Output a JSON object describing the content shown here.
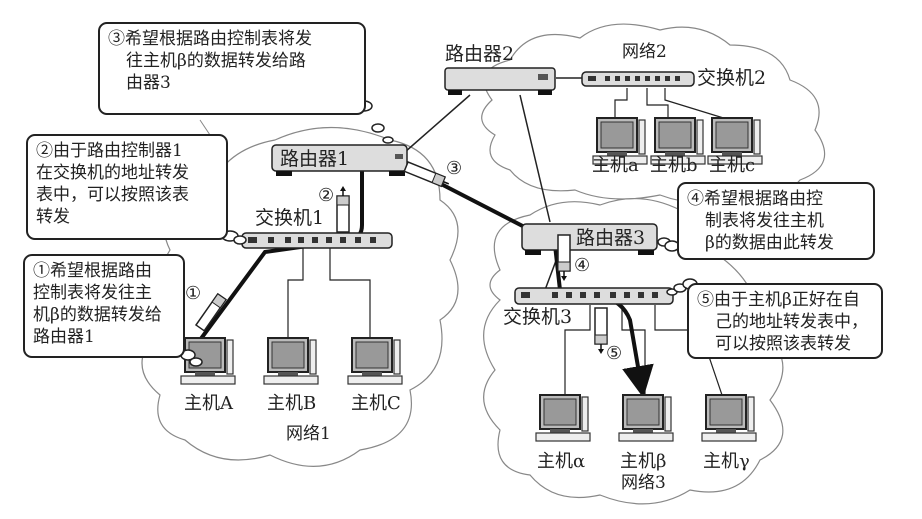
{
  "networks": [
    {
      "id": "net1",
      "label": "网络1"
    },
    {
      "id": "net2",
      "label": "网络2"
    },
    {
      "id": "net3",
      "label": "网络3"
    }
  ],
  "routers": [
    {
      "id": "r1",
      "label": "路由器1"
    },
    {
      "id": "r2",
      "label": "路由器2"
    },
    {
      "id": "r3",
      "label": "路由器3"
    }
  ],
  "switches": [
    {
      "id": "s1",
      "label": "交换机1"
    },
    {
      "id": "s2",
      "label": "交换机2"
    },
    {
      "id": "s3",
      "label": "交换机3"
    }
  ],
  "hosts": {
    "net1": [
      "主机A",
      "主机B",
      "主机C"
    ],
    "net2": [
      "主机a",
      "主机b",
      "主机c"
    ],
    "net3": [
      "主机α",
      "主机β",
      "主机γ"
    ]
  },
  "steps": [
    {
      "marker": "①",
      "lines": [
        "①希望根据路由",
        "控制表将发往主",
        "机β的数据转发给",
        "路由器1"
      ]
    },
    {
      "marker": "②",
      "lines": [
        "②由于路由控制器1",
        "在交换机的地址转发",
        "表中，可以按照该表",
        "转发"
      ]
    },
    {
      "marker": "③",
      "lines": [
        "③希望根据路由控制表将发",
        "往主机β的数据转发给路",
        "由器3"
      ]
    },
    {
      "marker": "④",
      "lines": [
        "④希望根据路由控",
        "制表将发往主机",
        "β的数据由此转发"
      ]
    },
    {
      "marker": "⑤",
      "lines": [
        "⑤由于主机β正好在自",
        "己的地址转发表中，",
        "可以按照该表转发"
      ]
    }
  ],
  "path": [
    "主机A",
    "交换机1",
    "路由器1",
    "路由器3",
    "交换机3",
    "主机β"
  ]
}
